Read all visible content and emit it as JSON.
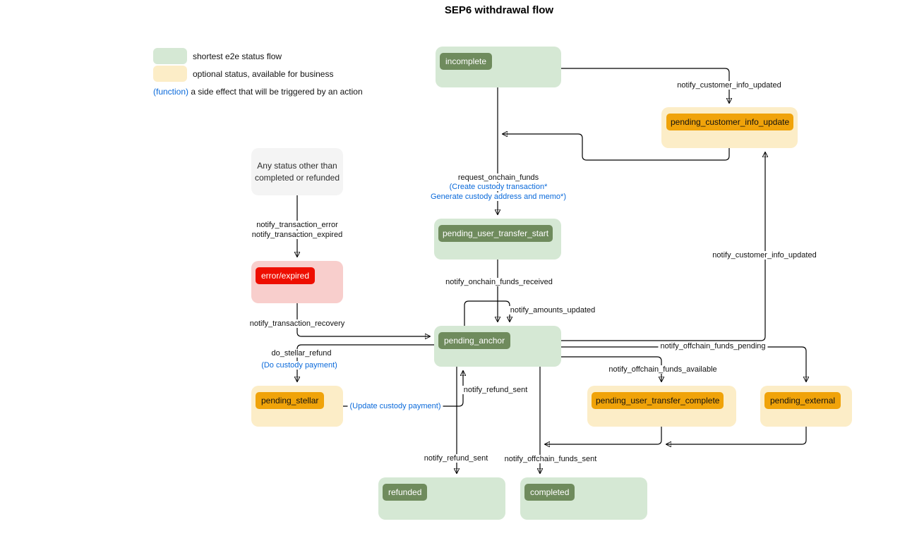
{
  "title": "SEP6 withdrawal flow",
  "legend": {
    "green_label": "shortest e2e status flow",
    "yellow_label": "optional status, available for business",
    "function_label": "(function)",
    "function_desc": "a side effect that will be triggered by an action"
  },
  "colors": {
    "green_light": "#d5e8d4",
    "green_dark": "#6f8b5d",
    "yellow_light": "#fcedc7",
    "orange": "#f0a30a",
    "pink": "#f8cecc",
    "red": "#ee0e00",
    "gray": "#f4f4f4",
    "blue": "#0969da",
    "edge": "#000000"
  },
  "nodes": {
    "incomplete": {
      "label": "incomplete"
    },
    "pending_customer_info_update": {
      "label": "pending_customer_info_update"
    },
    "any_status": {
      "line1": "Any status other than",
      "line2": "completed or refunded"
    },
    "error_expired": {
      "label": "error/expired"
    },
    "pending_user_transfer_start": {
      "label": "pending_user_transfer_start"
    },
    "pending_anchor": {
      "label": "pending_anchor"
    },
    "pending_stellar": {
      "label": "pending_stellar"
    },
    "pending_user_transfer_complete": {
      "label": "pending_user_transfer_complete"
    },
    "pending_external": {
      "label": "pending_external"
    },
    "refunded": {
      "label": "refunded"
    },
    "completed": {
      "label": "completed"
    }
  },
  "edge_labels": {
    "notify_customer_info_updated_top": "notify_customer_info_updated",
    "request_onchain_funds": "request_onchain_funds",
    "create_custody_tx": "(Create custody transaction*",
    "generate_custody_addr": "Generate custody address and memo*)",
    "notify_transaction_error": "notify_transaction_error",
    "notify_transaction_expired": "notify_transaction_expired",
    "notify_onchain_funds_received": "notify_onchain_funds_received",
    "notify_amounts_updated": "notify_amounts_updated",
    "notify_transaction_recovery": "notify_transaction_recovery",
    "do_stellar_refund": "do_stellar_refund",
    "do_custody_payment": "(Do custody payment)",
    "update_custody_payment": "(Update custody payment)",
    "notify_refund_sent_mid": "notify_refund_sent",
    "notify_refund_sent_bottom": "notify_refund_sent",
    "notify_offchain_funds_sent": "notify_offchain_funds_sent",
    "notify_offchain_funds_available": "notify_offchain_funds_available",
    "notify_offchain_funds_pending": "notify_offchain_funds_pending",
    "notify_customer_info_updated_right": "notify_customer_info_updated"
  }
}
